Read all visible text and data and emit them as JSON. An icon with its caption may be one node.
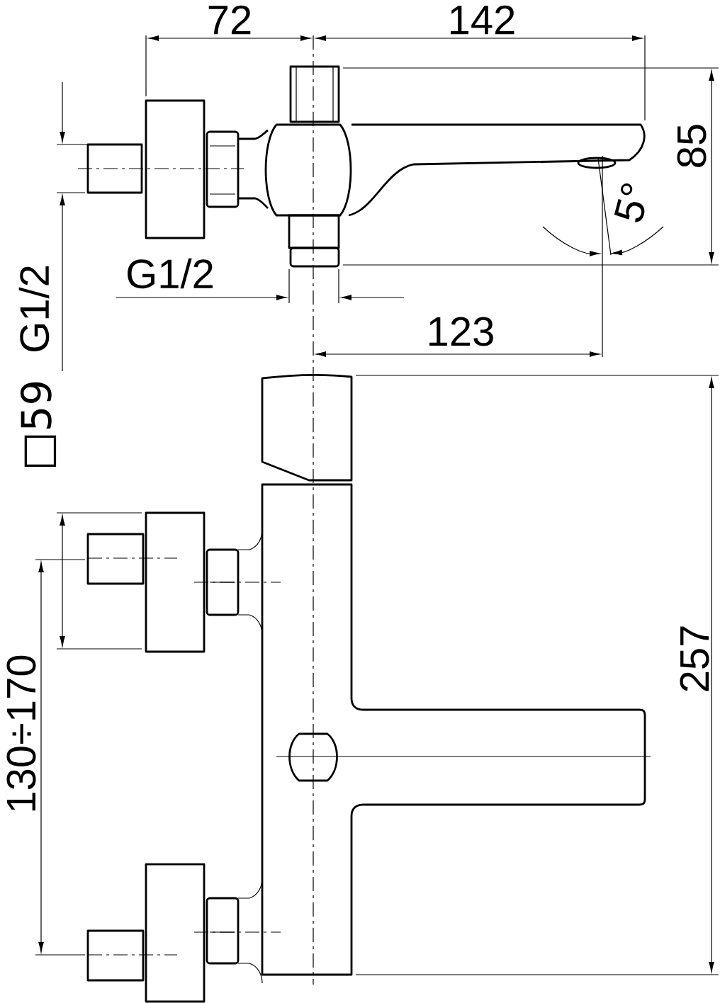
{
  "diagram": {
    "labels": [
      "72",
      "142",
      "85",
      "5°",
      "G1/2",
      "123",
      "G1/2",
      "□59",
      "257",
      "130÷170"
    ]
  }
}
